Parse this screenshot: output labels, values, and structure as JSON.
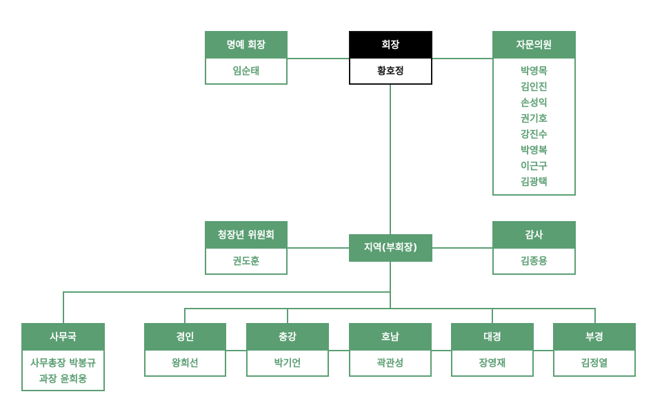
{
  "colors": {
    "accent": "#5a9e72",
    "president": "#000000"
  },
  "honorary": {
    "title": "명예 회장",
    "members": [
      "임순태"
    ]
  },
  "president": {
    "title": "회장",
    "members": [
      "황호정"
    ]
  },
  "advisors": {
    "title": "자문의원",
    "members": [
      "박영목",
      "김인진",
      "손성익",
      "권기호",
      "강진수",
      "박영복",
      "이근구",
      "김광택"
    ]
  },
  "youth": {
    "title": "청장년 위원회",
    "members": [
      "권도훈"
    ]
  },
  "region_head": {
    "title": "지역(부회장)"
  },
  "audit": {
    "title": "감사",
    "members": [
      "김종용"
    ]
  },
  "secretariat": {
    "title": "사무국",
    "members": [
      "사무총장 박봉규",
      "과장 윤희웅"
    ]
  },
  "regions": [
    {
      "title": "경인",
      "members": [
        "왕희선"
      ]
    },
    {
      "title": "충강",
      "members": [
        "박기언"
      ]
    },
    {
      "title": "호남",
      "members": [
        "곽관성"
      ]
    },
    {
      "title": "대경",
      "members": [
        "장영재"
      ]
    },
    {
      "title": "부경",
      "members": [
        "김정열"
      ]
    }
  ]
}
